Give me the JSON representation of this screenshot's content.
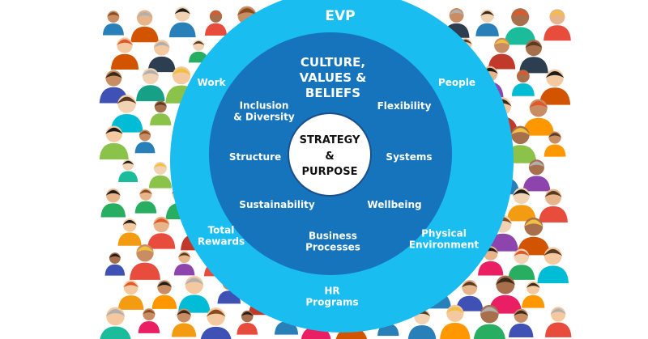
{
  "colors": {
    "outer_ring": "#19bdf0",
    "middle_ring": "#1674bd",
    "center": "#ffffff",
    "label_text": "#ffffff",
    "center_text": "#111111"
  },
  "background": {
    "description_icon": "crowd-of-people-avatars-icon"
  },
  "outer": {
    "title": "EVP",
    "labels": [
      "Work",
      "People",
      "Total\nRewards",
      "Physical\nEnvironment",
      "HR\nPrograms"
    ]
  },
  "middle": {
    "title": "CULTURE,\nVALUES &\nBELIEFS",
    "labels": [
      "Inclusion\n& Diversity",
      "Flexibility",
      "Structure",
      "Systems",
      "Sustainability",
      "Wellbeing",
      "Business\nProcesses"
    ]
  },
  "center": {
    "title": "STRATEGY\n&\nPURPOSE"
  }
}
